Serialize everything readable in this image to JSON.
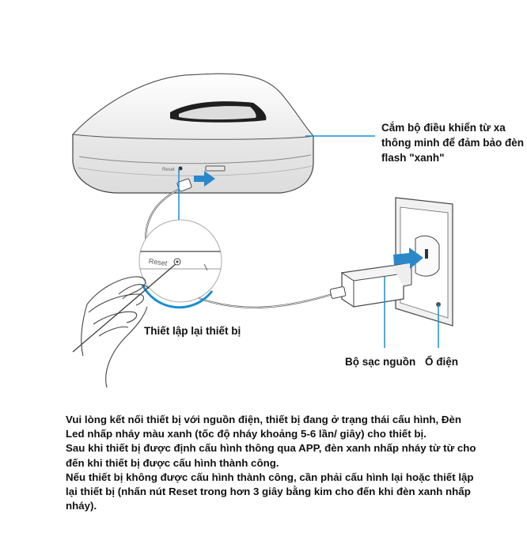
{
  "labels": {
    "hub": "Cắm bộ điều khiển  từ xa\nthông minh để đảm bảo đèn\nflash \"xanh\"",
    "reset": "Thiết lập lại thiết bị",
    "charger": "Bộ sạc nguồn",
    "outlet": "Ổ điện"
  },
  "device_print": {
    "reset_port": "Reset",
    "port_small": "Reset"
  },
  "instructions": [
    "Vui lòng kết nối thiết bị với nguồn điện, thiết bị đang ở trạng thái cấu hình, Đèn Led nhấp nháy màu xanh (tốc độ nháy khoảng 5-6 lần/ giây) cho thiết bị.",
    "Sau khi thiết bị được định cấu hình thông qua APP, đèn xanh nhấp nháy từ từ cho đến khi thiết bị được cấu hình thành công.",
    "Nếu thiết bị không được cấu hình thành công, cần phải cấu hình lại hoặc thiết lập lại thiết bị (nhấn nút Reset trong hơn 3 giây bằng kim cho đến khi đèn xanh nhấp nháy)."
  ],
  "colors": {
    "callout_line": "#1a8fd1",
    "arrow_fill": "#2a88c8",
    "line_art": "#444444"
  }
}
